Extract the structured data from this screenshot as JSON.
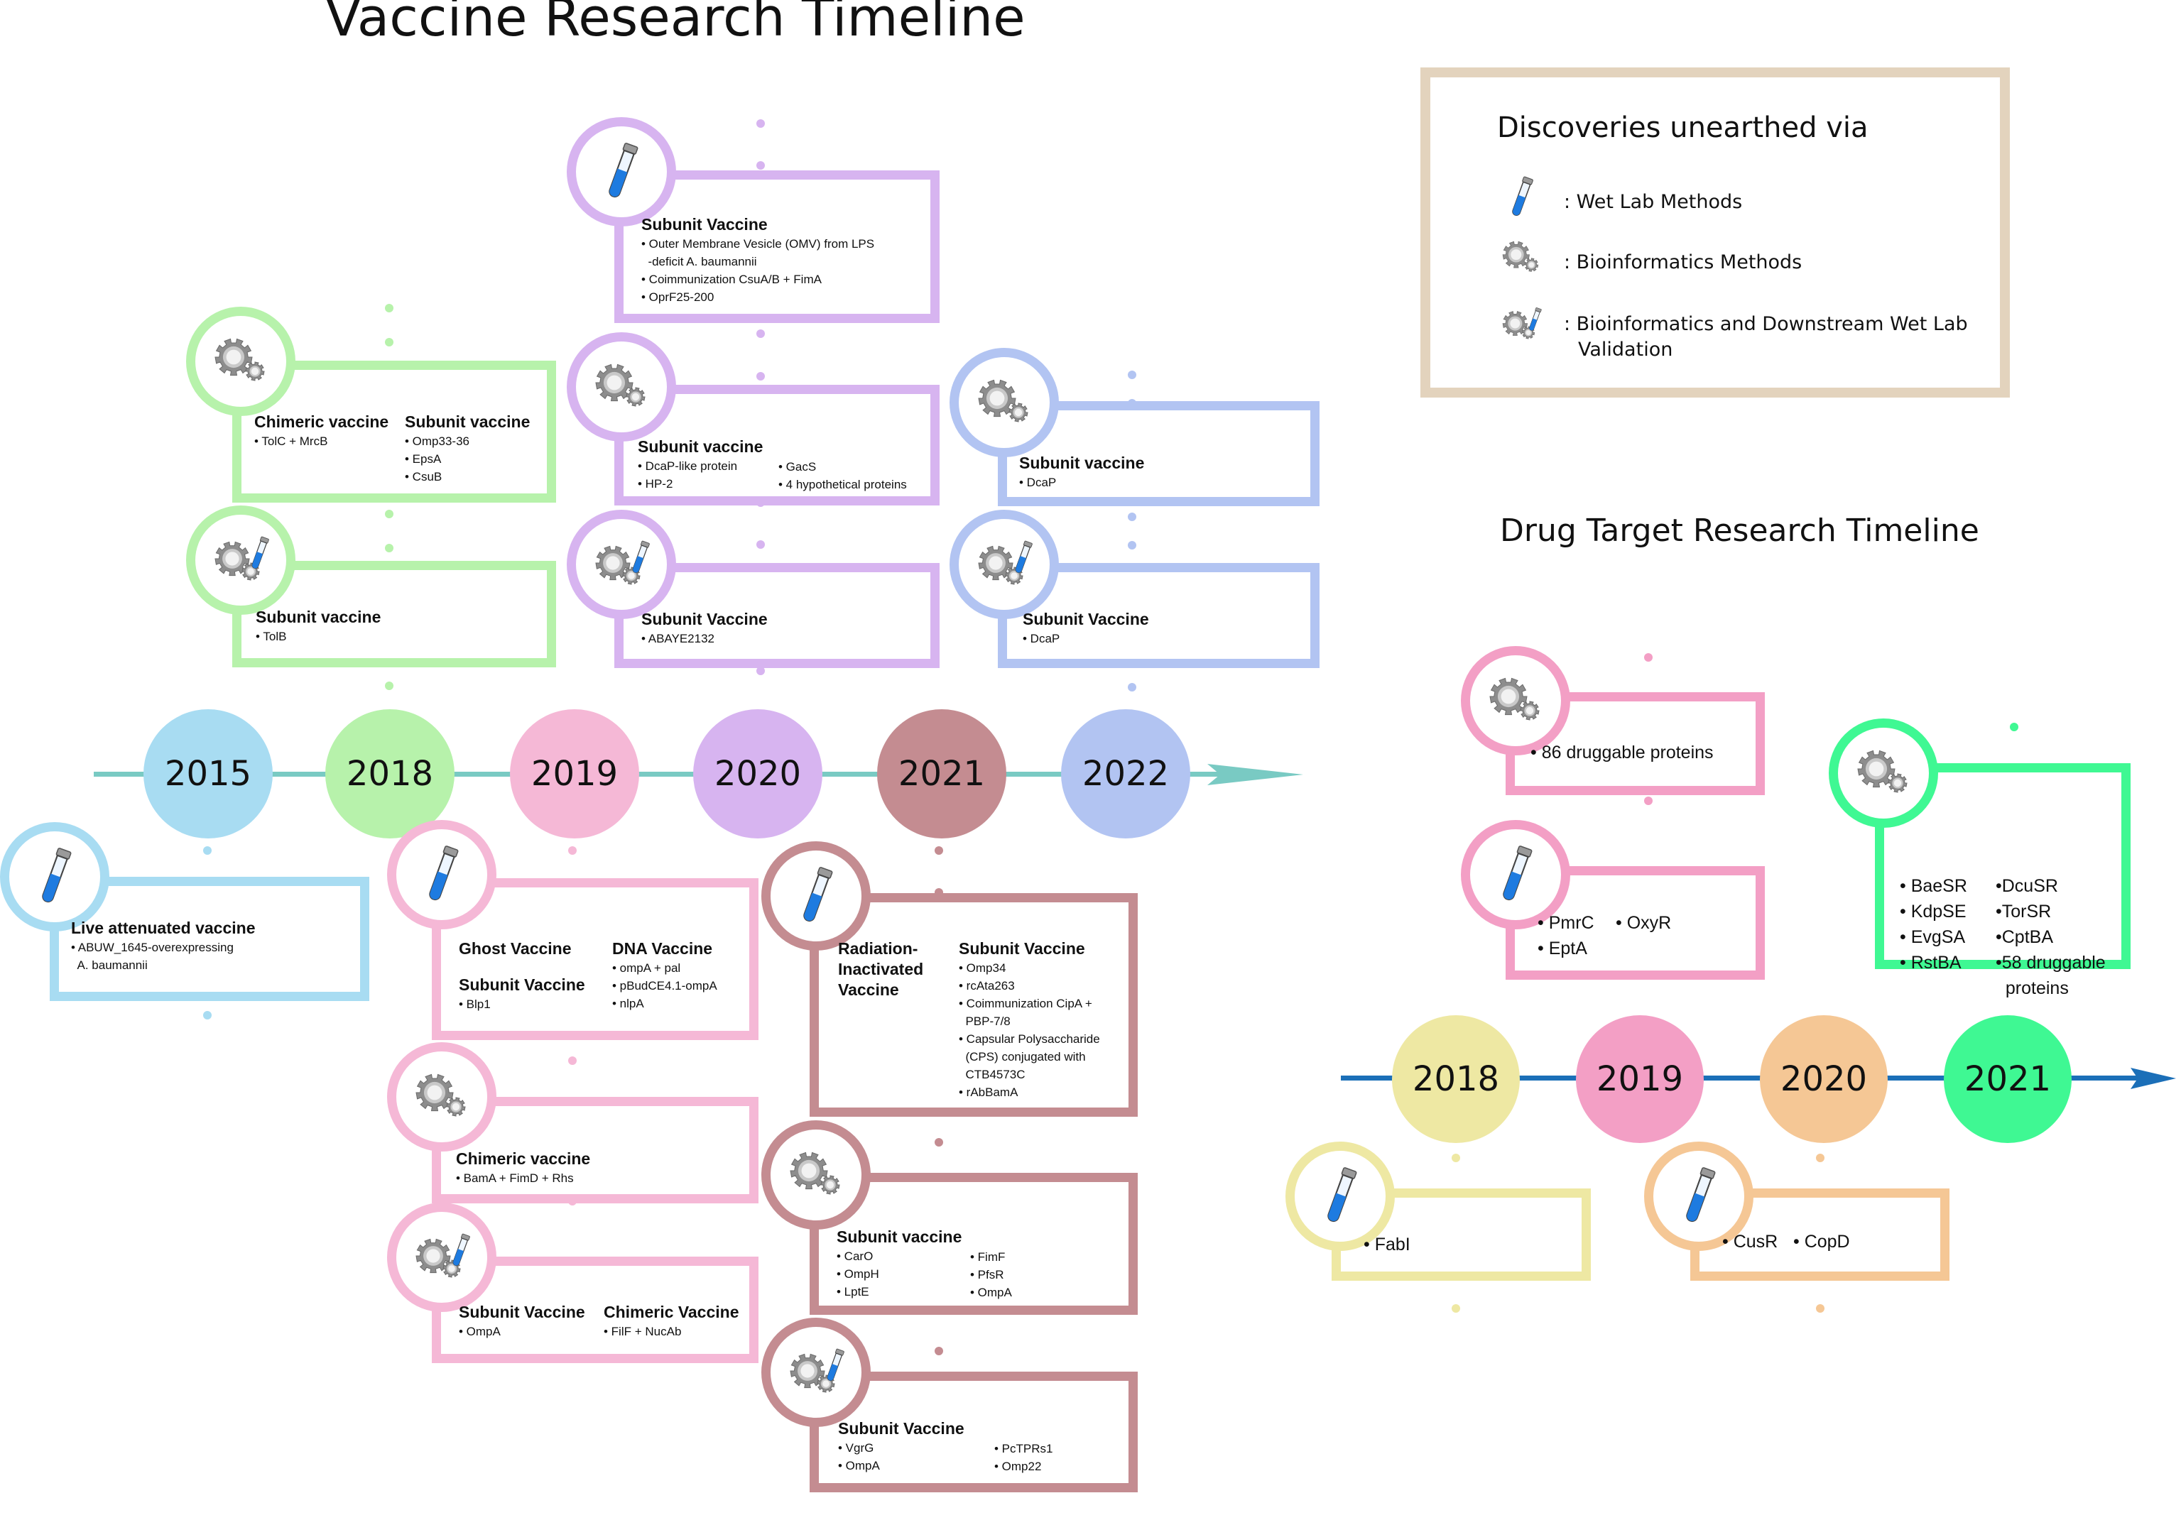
{
  "titles": {
    "vaccine": "Vaccine Research Timeline",
    "drug": "Drug Target Research Timeline"
  },
  "legend": {
    "title": "Discoveries unearthed via",
    "items": [
      {
        "icon": "test-tube",
        "label": ": Wet Lab Methods"
      },
      {
        "icon": "gears",
        "label": ": Bioinformatics Methods"
      },
      {
        "icon": "gears-tube",
        "label": ": Bioinformatics and Downstream Wet Lab",
        "label2": "Validation"
      }
    ]
  },
  "colors": {
    "y2015": "#a8dcf2",
    "y2018": "#b7f2ab",
    "y2019": "#f5b8d6",
    "y2020": "#d7b4f0",
    "y2021": "#c48c91",
    "y2022": "#b2c4f2",
    "axis": "#79cac3",
    "d2018": "#eee8a3",
    "d2019": "#f39fc5",
    "d2020": "#f5c795",
    "d2021": "#3ff893",
    "daxis": "#1b6fb8",
    "legend": "#e3d3bd"
  },
  "vaccine_years": [
    "2015",
    "2018",
    "2019",
    "2020",
    "2021",
    "2022"
  ],
  "drug_years": [
    "2018",
    "2019",
    "2020",
    "2021"
  ],
  "cards": {
    "c2015": {
      "icon": "test-tube",
      "col1": {
        "h": "Live attenuated vaccine",
        "items": [
          "• ABUW_1645-overexpressing",
          "  A. baumannii"
        ]
      }
    },
    "c2018a": {
      "icon": "gears",
      "col1": {
        "h": "Chimeric vaccine",
        "items": [
          "• TolC + MrcB"
        ]
      },
      "col2": {
        "h": "Subunit vaccine",
        "items": [
          "• Omp33-36",
          "• EpsA",
          "• CsuB"
        ]
      }
    },
    "c2018b": {
      "icon": "gears-tube",
      "col1": {
        "h": "Subunit vaccine",
        "items": [
          "• TolB"
        ]
      }
    },
    "c2019a": {
      "icon": "test-tube",
      "col1": {
        "h": "Ghost Vaccine",
        "h2": "Subunit Vaccine",
        "items": [
          "• Blp1"
        ]
      },
      "col2": {
        "h": "DNA Vaccine",
        "items": [
          "• ompA + pal",
          "• pBudCE4.1-ompA",
          "• nlpA"
        ]
      }
    },
    "c2019b": {
      "icon": "gears",
      "col1": {
        "h": "Chimeric vaccine",
        "items": [
          "• BamA + FimD + Rhs"
        ]
      }
    },
    "c2019c": {
      "icon": "gears-tube",
      "col1": {
        "h": "Subunit Vaccine",
        "items": [
          "• OmpA"
        ]
      },
      "col2": {
        "h": "Chimeric Vaccine",
        "items": [
          "• FilF + NucAb"
        ]
      }
    },
    "c2020a": {
      "icon": "test-tube",
      "col1": {
        "h": "Subunit Vaccine",
        "items": [
          "• Outer Membrane Vesicle (OMV) from LPS",
          "  -deficit A. baumannii",
          "• Coimmunization CsuA/B + FimA",
          "• OprF25-200"
        ]
      }
    },
    "c2020b": {
      "icon": "gears",
      "col1": {
        "h": "Subunit vaccine",
        "items": [
          "• DcaP-like protein",
          "• HP-2"
        ]
      },
      "col2": {
        "items": [
          "• GacS",
          "• 4 hypothetical proteins"
        ]
      }
    },
    "c2020c": {
      "icon": "gears-tube",
      "col1": {
        "h": "Subunit Vaccine",
        "items": [
          "• ABAYE2132"
        ]
      }
    },
    "c2021a": {
      "icon": "test-tube",
      "col1": {
        "h": "Radiation-",
        "h2": "Inactivated",
        "h3": "Vaccine"
      },
      "col2": {
        "h": "Subunit Vaccine",
        "items": [
          "• Omp34",
          "• rcAta263",
          "• Coimmunization CipA +",
          "  PBP-7/8",
          "• Capsular Polysaccharide",
          "  (CPS) conjugated with",
          "  CTB4573C",
          "• rAbBamA"
        ]
      }
    },
    "c2021b": {
      "icon": "gears",
      "col1": {
        "h": "Subunit vaccine",
        "items": [
          "• CarO",
          "• OmpH",
          "• LptE"
        ]
      },
      "col2": {
        "items": [
          "• FimF",
          "• PfsR",
          "• OmpA"
        ]
      }
    },
    "c2021c": {
      "icon": "gears-tube",
      "col1": {
        "h": "Subunit Vaccine",
        "items": [
          "• VgrG",
          "• OmpA"
        ]
      },
      "col2": {
        "items": [
          "• PcTPRs1",
          "• Omp22"
        ]
      }
    },
    "c2022a": {
      "icon": "gears",
      "col1": {
        "h": "Subunit vaccine",
        "items": [
          "• DcaP"
        ]
      }
    },
    "c2022b": {
      "icon": "gears-tube",
      "col1": {
        "h": "Subunit Vaccine",
        "items": [
          "• DcaP"
        ]
      }
    },
    "d2018": {
      "icon": "test-tube",
      "col1": {
        "items": [
          "• FabI"
        ]
      }
    },
    "d2019a": {
      "icon": "gears",
      "col1": {
        "items": [
          "• 86 druggable proteins"
        ]
      }
    },
    "d2019b": {
      "icon": "test-tube",
      "col1": {
        "items": [
          "• PmrC",
          "• EptA"
        ]
      },
      "col2": {
        "items": [
          "• OxyR"
        ]
      }
    },
    "d2020": {
      "icon": "test-tube",
      "col1": {
        "items": [
          "• CusR"
        ]
      },
      "col2": {
        "items": [
          "• CopD"
        ]
      }
    },
    "d2021": {
      "icon": "gears",
      "col1": {
        "items": [
          "• BaeSR",
          "• KdpSE",
          "• EvgSA",
          "• RstBA"
        ]
      },
      "col2": {
        "items": [
          "•DcuSR",
          "•TorSR",
          "•CptBA",
          "•58 druggable",
          "  proteins"
        ]
      }
    }
  }
}
